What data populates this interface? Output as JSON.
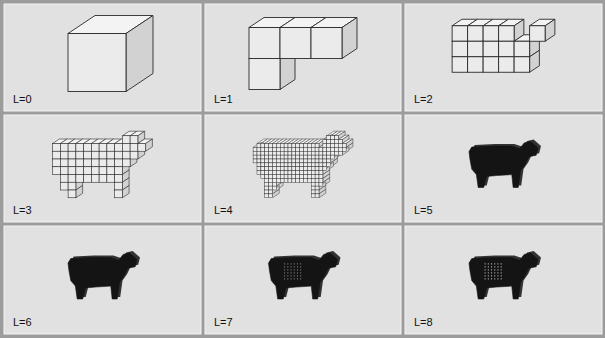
{
  "diagram": {
    "nodes": [
      {
        "text": [
          "L=0"
        ]
      },
      {
        "text": [
          "L=1"
        ]
      },
      {
        "text": [
          "L=2"
        ]
      },
      {
        "text": [
          "L=3"
        ]
      },
      {
        "text": [
          "L=4"
        ]
      },
      {
        "text": [
          "L=5"
        ]
      },
      {
        "text": [
          "L=6"
        ]
      },
      {
        "text": [
          "L=7"
        ]
      },
      {
        "text": [
          "L=8"
        ]
      }
    ]
  }
}
